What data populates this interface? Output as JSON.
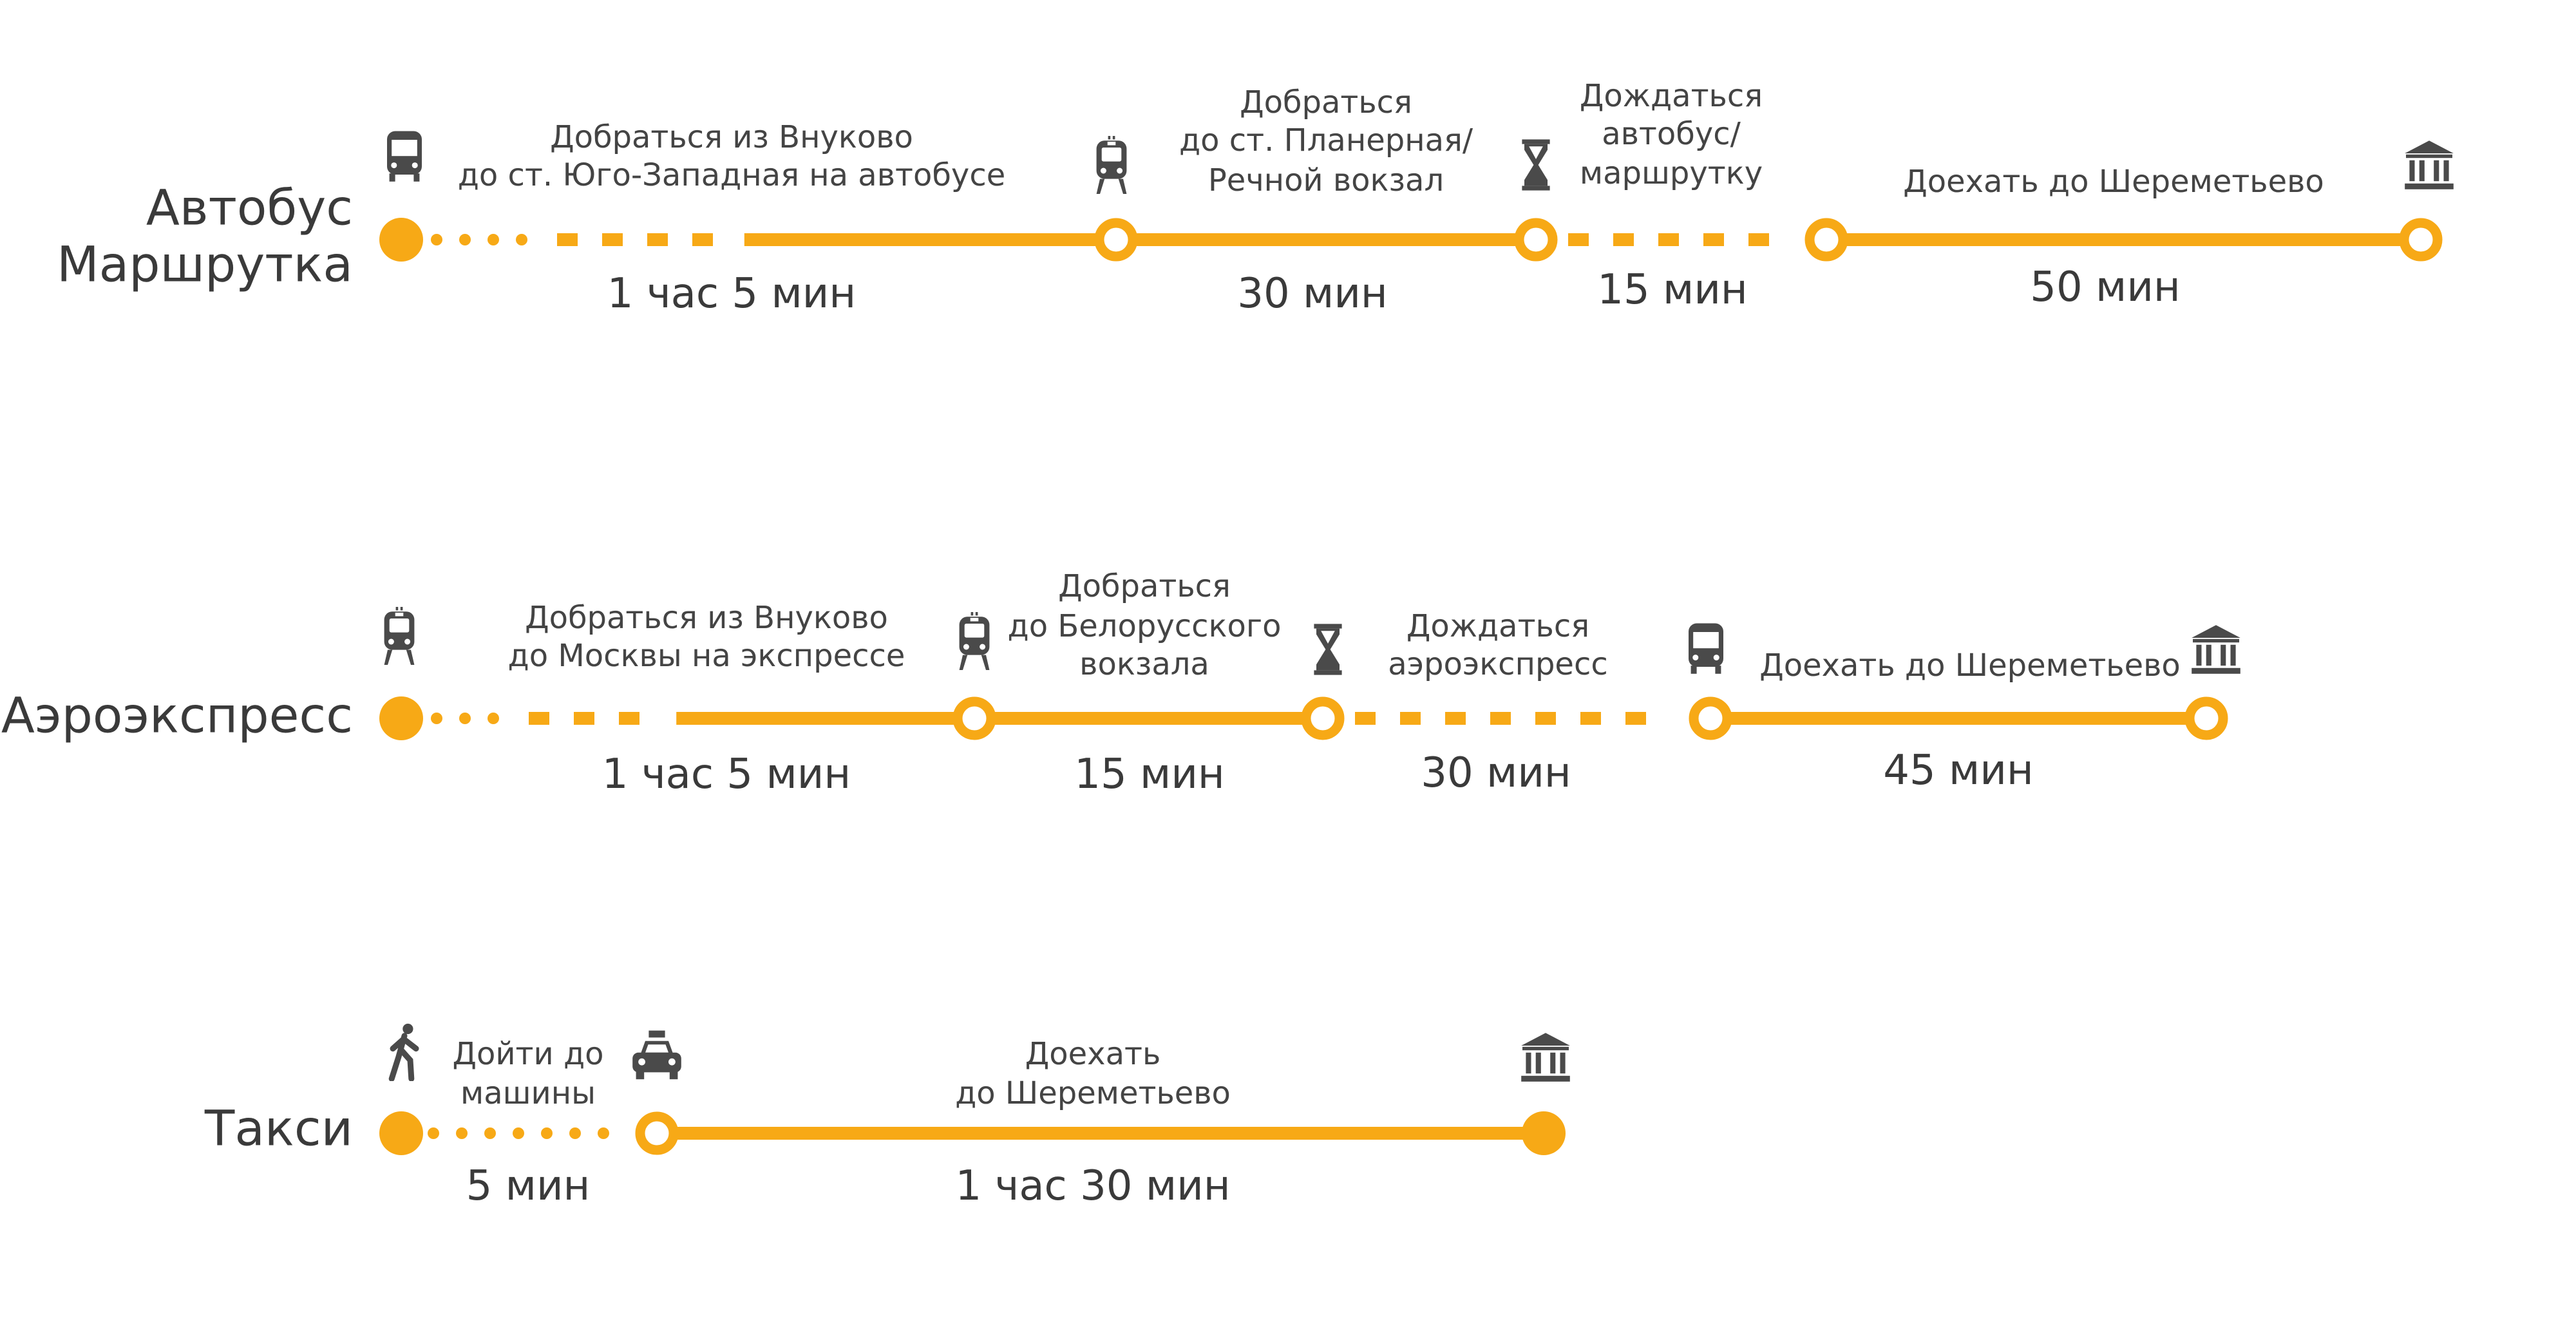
{
  "colors": {
    "accent": "#F7A916",
    "text": "#444444",
    "icon": "#4a4a4a",
    "background": "#ffffff"
  },
  "routes": [
    {
      "title": [
        "Автобус",
        "Маршрутка"
      ],
      "icons": [
        "bus-icon",
        "train-icon",
        "hourglass-icon",
        "museum-icon"
      ],
      "end_node": "hollow",
      "segments": [
        {
          "label": [
            "Добраться из Внуково",
            "до ст. Юго-Западная на автобусе"
          ],
          "duration": "1 час 5 мин",
          "style": "mixed"
        },
        {
          "label": [
            "Добраться",
            "до ст. Планерная/",
            "Речной вокзал"
          ],
          "duration": "30 мин",
          "style": "solid"
        },
        {
          "label": [
            "Дождаться",
            "автобус/",
            "маршрутку"
          ],
          "duration": "15 мин",
          "style": "dashed"
        },
        {
          "label": [
            "Доехать до Шереметьево"
          ],
          "duration": "50 мин",
          "style": "solid"
        }
      ]
    },
    {
      "title": [
        "Аэроэкспресс"
      ],
      "icons": [
        "train-icon",
        "train-icon",
        "hourglass-icon",
        "bus-icon",
        "museum-icon"
      ],
      "end_node": "hollow",
      "segments": [
        {
          "label": [
            "Добраться из Внуково",
            "до Москвы на экспрессе"
          ],
          "duration": "1 час 5 мин",
          "style": "mixed"
        },
        {
          "label": [
            "Добраться",
            "до Белорусского",
            "вокзала"
          ],
          "duration": "15 мин",
          "style": "solid"
        },
        {
          "label": [
            "Дождаться",
            "аэроэкспресс"
          ],
          "duration": "30 мин",
          "style": "dashed"
        },
        {
          "label": [
            "Доехать до Шереметьево"
          ],
          "duration": "45 мин",
          "style": "solid"
        }
      ]
    },
    {
      "title": [
        "Такси"
      ],
      "icons": [
        "walking-person-icon",
        "taxi-icon",
        "museum-icon"
      ],
      "end_node": "filled",
      "segments": [
        {
          "label": [
            "Дойти до",
            "машины"
          ],
          "duration": "5 мин",
          "style": "dotted"
        },
        {
          "label": [
            "Доехать",
            "до Шереметьево"
          ],
          "duration": "1 час 30 мин",
          "style": "solid"
        }
      ]
    }
  ]
}
